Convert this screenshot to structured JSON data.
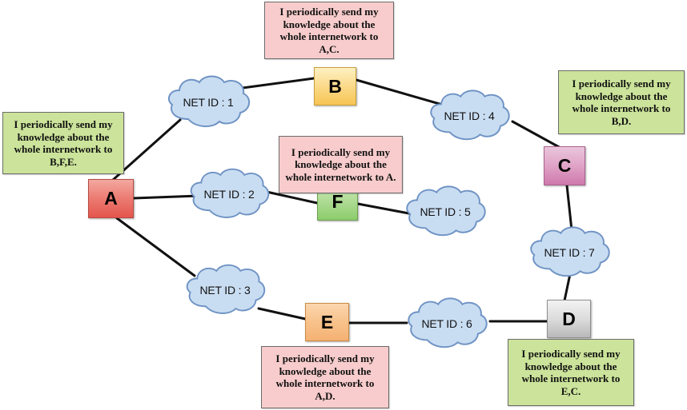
{
  "diagram": {
    "title": "Internetwork routing diagram",
    "colors": {
      "node_a": "#e4554c",
      "node_b": "#f7c453",
      "node_c": "#cf78ad",
      "node_d": "#b9b9b9",
      "node_e": "#f5b173",
      "node_f": "#8ccc6b",
      "cloud_fill": "#c9ddf2",
      "cloud_stroke": "#6f93c4",
      "note_pink": "#f8cccc",
      "note_green": "#cbe39a",
      "edge": "#000000"
    }
  },
  "nodes": [
    {
      "id": "A",
      "label": "A"
    },
    {
      "id": "B",
      "label": "B"
    },
    {
      "id": "C",
      "label": "C"
    },
    {
      "id": "D",
      "label": "D"
    },
    {
      "id": "E",
      "label": "E"
    },
    {
      "id": "F",
      "label": "F"
    }
  ],
  "clouds": [
    {
      "id": "net1",
      "label": "NET ID : 1"
    },
    {
      "id": "net2",
      "label": "NET ID : 2"
    },
    {
      "id": "net3",
      "label": "NET ID : 3"
    },
    {
      "id": "net4",
      "label": "NET ID : 4"
    },
    {
      "id": "net5",
      "label": "NET ID : 5"
    },
    {
      "id": "net6",
      "label": "NET ID : 6"
    },
    {
      "id": "net7",
      "label": "NET ID : 7"
    }
  ],
  "notes": [
    {
      "id": "note-a",
      "owner": "A",
      "color": "green",
      "text": "I periodically send my knowledge about the whole internetwork to B,F,E."
    },
    {
      "id": "note-b",
      "owner": "B",
      "color": "pink",
      "text": "I periodically send my knowledge about the whole internetwork to A,C."
    },
    {
      "id": "note-c",
      "owner": "C",
      "color": "green",
      "text": "I periodically send my knowledge about the whole internetwork to B,D."
    },
    {
      "id": "note-d",
      "owner": "D",
      "color": "green",
      "text": "I periodically send my knowledge about the whole internetwork to E,C."
    },
    {
      "id": "note-e",
      "owner": "E",
      "color": "pink",
      "text": "I periodically send my knowledge about the whole internetwork to A,D."
    },
    {
      "id": "note-f",
      "owner": "F",
      "color": "pink",
      "text": "I periodically send my knowledge about the whole internetwork to A."
    }
  ],
  "edges": [
    {
      "from": "A",
      "via": "net1",
      "to": "B"
    },
    {
      "from": "B",
      "via": "net4",
      "to": "C"
    },
    {
      "from": "A",
      "via": "net2",
      "to": "F"
    },
    {
      "from": "F",
      "via": "net5",
      "to": null
    },
    {
      "from": "A",
      "via": "net3",
      "to": "E"
    },
    {
      "from": "E",
      "via": "net6",
      "to": "D"
    },
    {
      "from": "C",
      "via": "net7",
      "to": "D"
    }
  ]
}
